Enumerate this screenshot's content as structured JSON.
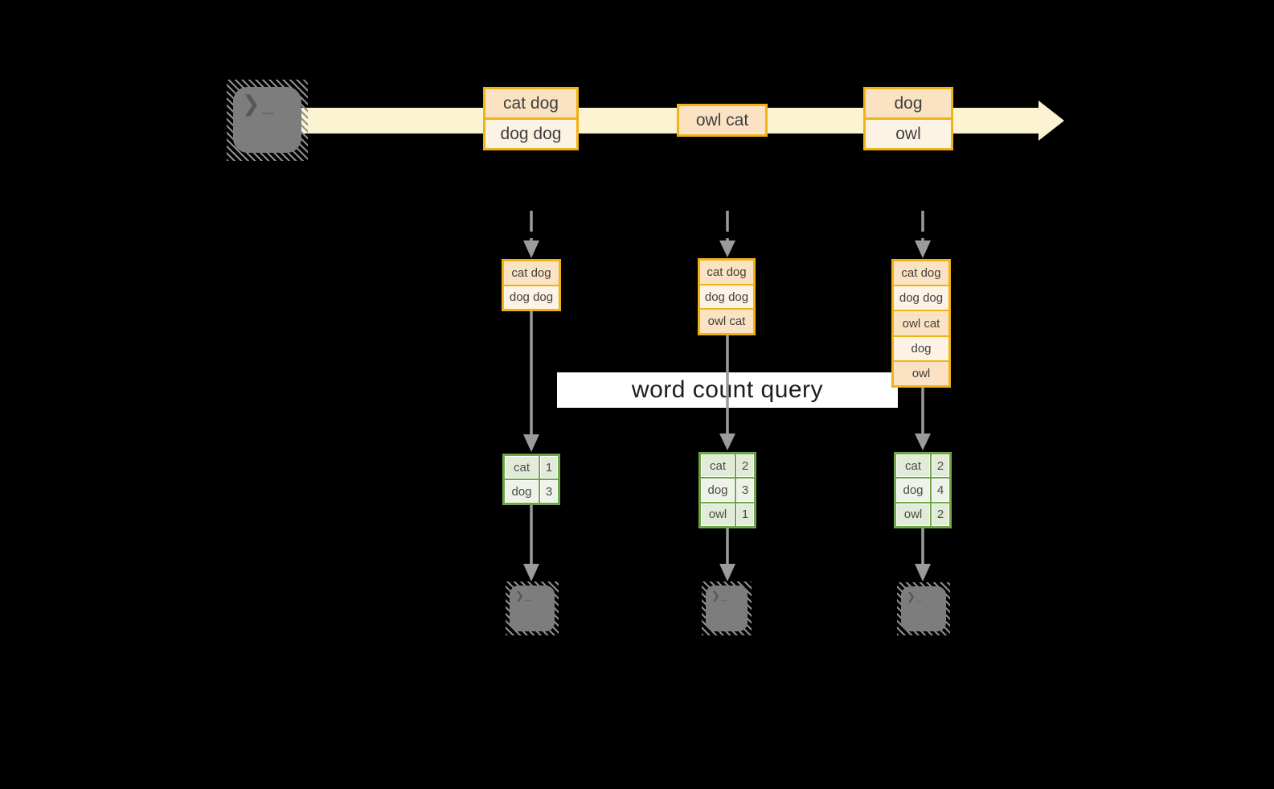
{
  "colors": {
    "background": "#000000",
    "stream_band": "#FCF3D2",
    "event_box_border": "#F0B316",
    "event_row_dark": "#FAE2C2",
    "event_row_light": "#FDF3E5",
    "table_border_green": "#6EA74A",
    "table_cell_dark": "#E2EBD8",
    "table_cell_light": "#EEF3E8",
    "arrow_gray": "#9B9B9B",
    "terminal_gray": "#7D7D7D"
  },
  "icons": {
    "terminal_prompt": "❯_"
  },
  "stream": {
    "events": [
      {
        "lines": [
          "cat dog",
          "dog dog"
        ]
      },
      {
        "lines": [
          "owl cat"
        ]
      },
      {
        "lines": [
          "dog",
          "owl"
        ]
      }
    ]
  },
  "query_label": "word count query",
  "columns": [
    {
      "buffer": [
        "cat dog",
        "dog dog"
      ],
      "counts": [
        {
          "word": "cat",
          "count": "1"
        },
        {
          "word": "dog",
          "count": "3"
        }
      ]
    },
    {
      "buffer": [
        "cat dog",
        "dog dog",
        "owl cat"
      ],
      "counts": [
        {
          "word": "cat",
          "count": "2"
        },
        {
          "word": "dog",
          "count": "3"
        },
        {
          "word": "owl",
          "count": "1"
        }
      ]
    },
    {
      "buffer": [
        "cat dog",
        "dog dog",
        "owl cat",
        "dog",
        "owl"
      ],
      "counts": [
        {
          "word": "cat",
          "count": "2"
        },
        {
          "word": "dog",
          "count": "4"
        },
        {
          "word": "owl",
          "count": "2"
        }
      ]
    }
  ]
}
